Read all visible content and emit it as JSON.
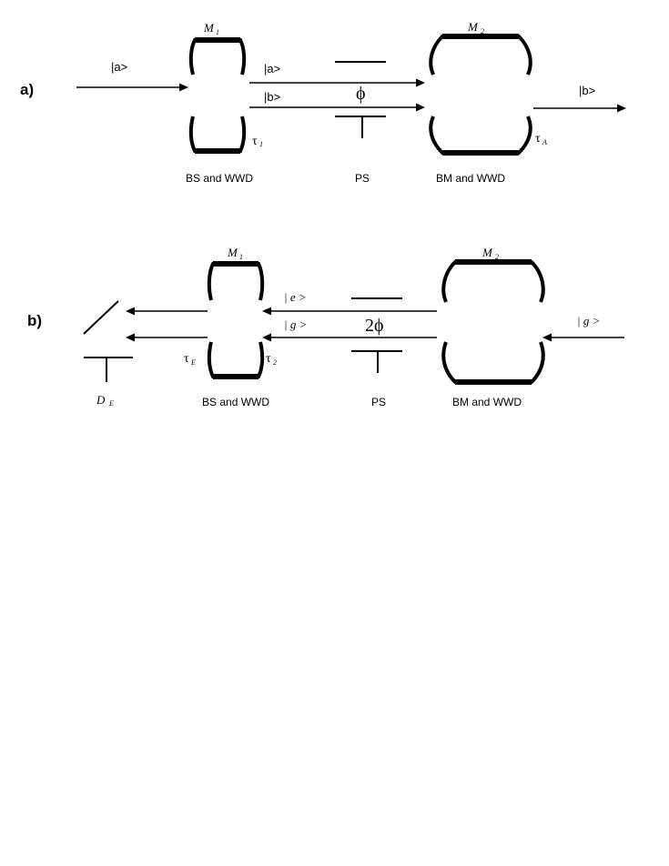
{
  "panel_a": {
    "tag": "a)",
    "input_state": "|a>",
    "upper_beam": "|a>",
    "lower_beam": "|b>",
    "output_state": "|b>",
    "mirror1": {
      "sym": "M",
      "sub": "1"
    },
    "mirror2": {
      "sym": "M",
      "sub": "2"
    },
    "tau1": {
      "sym": "τ",
      "sub": "1"
    },
    "tauA": {
      "sym": "τ",
      "sub": "A"
    },
    "phase": "ϕ",
    "caption_bs": "BS and WWD",
    "caption_ps": "PS",
    "caption_bm": "BM and WWD"
  },
  "panel_b": {
    "tag": "b)",
    "input_state": "| g >",
    "upper_beam": "| e >",
    "lower_beam": "| g >",
    "mirror1": {
      "sym": "M",
      "sub": "1"
    },
    "mirror2": {
      "sym": "M",
      "sub": "2"
    },
    "tauE": {
      "sym": "τ",
      "sub": "E"
    },
    "tau2": {
      "sym": "τ",
      "sub": "2"
    },
    "detector": {
      "sym": "D",
      "sub": "E"
    },
    "phase": "2ϕ",
    "caption_bs": "BS and WWD",
    "caption_ps": "PS",
    "caption_bm": "BM and WWD"
  }
}
